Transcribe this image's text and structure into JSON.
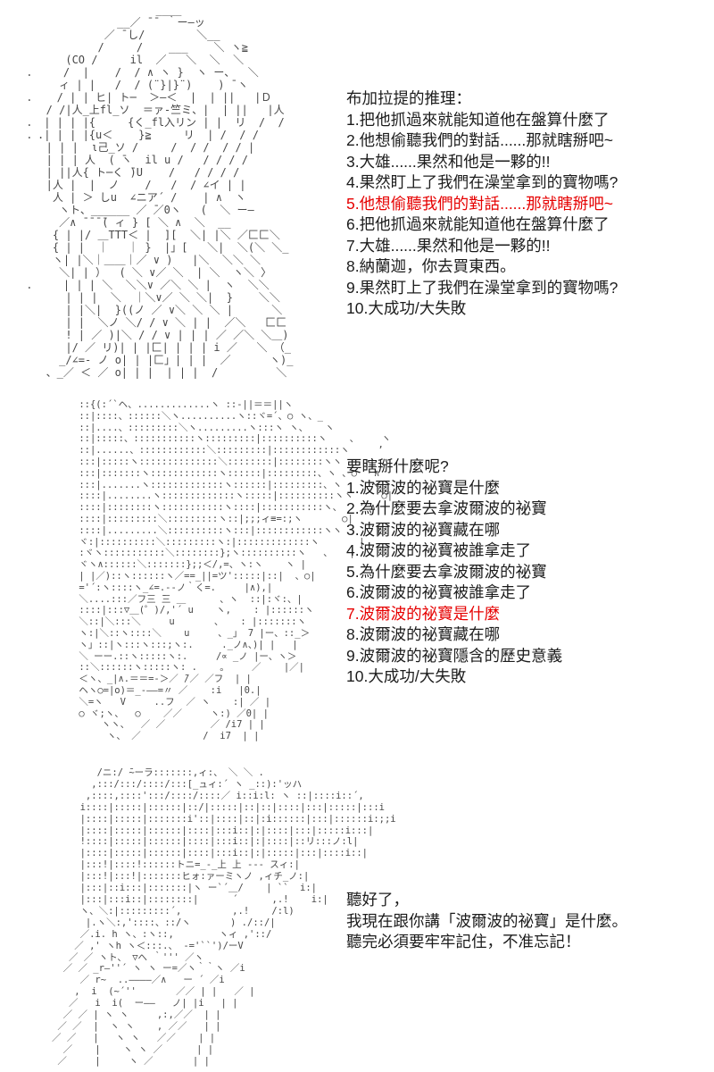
{
  "colors": {
    "background": "#ffffff",
    "text": "#1c1c1c",
    "highlight": "#e60000",
    "aa": "#474747"
  },
  "reasoning": {
    "title": "布加拉提的推理：",
    "items": [
      {
        "text": "1.把他抓過來就能知道他在盤算什麼了",
        "red": false
      },
      {
        "text": "2.他想偷聽我們的對話......那就瞎掰吧~",
        "red": false
      },
      {
        "text": "3.大雄......果然和他是一夥的!!",
        "red": false
      },
      {
        "text": "4.果然盯上了我們在澡堂拿到的寶物嗎?",
        "red": false
      },
      {
        "text": "5.他想偷聽我們的對話......那就瞎掰吧~",
        "red": true
      },
      {
        "text": "6.把他抓過來就能知道他在盤算什麼了",
        "red": false
      },
      {
        "text": "7.大雄......果然和他是一夥的!!",
        "red": false
      },
      {
        "text": "8.納蘭迦，你去買東西。",
        "red": false
      },
      {
        "text": "9.果然盯上了我們在澡堂拿到的寶物嗎?",
        "red": false
      },
      {
        "text": "10.大成功/大失敗",
        "red": false
      }
    ]
  },
  "options": {
    "title": "要瞎掰什麼呢?",
    "items": [
      {
        "text": "1.波爾波的祕寶是什麼",
        "red": false
      },
      {
        "text": "2.為什麼要去拿波爾波的祕寶",
        "red": false
      },
      {
        "text": "3.波爾波的祕寶藏在哪",
        "red": false
      },
      {
        "text": "4.波爾波的祕寶被誰拿走了",
        "red": false
      },
      {
        "text": "5.為什麼要去拿波爾波的祕寶",
        "red": false
      },
      {
        "text": "6.波爾波的祕寶被誰拿走了",
        "red": false
      },
      {
        "text": "7.波爾波的祕寶是什麼",
        "red": true
      },
      {
        "text": "8.波爾波的祕寶藏在哪",
        "red": false
      },
      {
        "text": "9.波爾波的祕寶隱含的歷史意義",
        "red": false
      },
      {
        "text": "10.大成功/大失敗",
        "red": false
      }
    ]
  },
  "speech": {
    "lines": [
      "聽好了，",
      "我現在跟你講「波爾波的祕寶」是什麼。",
      "聽完必須要牢牢記住，不准忘記！"
    ]
  },
  "ascii_art": {
    "figure1": [
      "                    ____",
      "              __／ ̄ ̄  ｀ー―ッ",
      "            ／ ̄ し/        ＼__",
      "           /     /    ___    ＼ ヽ≧",
      "      (CO /     il  ／   ＼  ＼  ＼",
      "．    /  |    /  / ∧ ヽ }  ヽ ー、  ＼",
      "     ィ | |   /  / (¨}|}¨)    ) ̄ ヽ",
      "．   / | | ヒ| ト─  ＞―＜  |  | ||   |Ｄ",
      "   / /|人_上fl_ソ  ＝ァ-竺ミ、|  | ||   |人",
      "． | | | |{     {く_fl入リン | |  リ  /  /",
      "．.| | | |{u＜    }≧     リ  | /  / /",
      "   | | |  ι己_ソ /     /  / /  / / |",
      "   | | | 人  ( ̄ヽ  il u /   / / / /",
      "   | ||人{ ト─く ̄)U    /   / / / /",
      "   |人 |  |  ノ    /   /  / ∠イ | |",
      "    人 | ＞ しu  ∠ニア´ /    | ∧  ヽ",
      "     ヽト、______ ／ ̄／0ヽ   (  ＼ ー―",
      "     ／∧ ̄ ̄ ̄ ̄( ィ } [ ＼ ∧  ＼  __",
      "    { | |/ ＿TTT＜ |  ][  ＼| |＼ ／匚匚＼",
      "    { | |  ｜   ｜ }  |」[   ＼|  ＼(＼ ＼_",
      "    ヽ| |＼｜＿＿｜／ ∨ )   |＼  ＼＼ ＼",
      "     ＼| | ）  ( ＼ ∨／ ＼  | ＼  ヽ＼ 〉",
      "．    | | | ＼  ＼＼∨ ／＼ ＼ |  ヽ  ＼＼",
      "      | | |  ＼  ｜＼∨／ ＼ ＼|  }    ＼＼",
      "      | |＼|  }((ノ ／ ∨＼ ＼ ＼ |      ＼",
      "      | |  ＼ノ ＼/ / ∨ ＼ | |  ／＼   匚匚",
      "      ! | ／ )|＼ / / ∨ | | | ／ ／＼ ＼＿)",
      "      |/ ／ リ)| | |匚| | | | i ／   ＼ （_",
      "     _/∠=- ノ ο| | |匚」| | |  ／      ヽ)_",
      "   、_／ ＜ ／ ο| | |  | | |  /         ＼"
    ],
    "figure2": [
      " ::{(:´`ヘ、.............ヽ ::-||＝＝||ヽ",
      " ::|::::、::::::＼ヽ..........ヽ::ヾ=´、○ ヽ、_",
      " ::|....、:::::::::＼ヽ.........ヽ:::ヽ ヽ、   ヽ",
      " ::|:::::、:::::::::::ヽ:::::::::|::::::::::ヽ    、    ヽ",
      " ::|......、::::::::::::＼:::::::::|::::::::::::ヽ     ’",
      " :::|:::::ヽ::::::::::::::＼::::::::|::::::::ヽヽ    、",
      " :::|:::::::ヽ::::::::::::ヽ::::::|:::::::::、ヽ 、○   ∧",
      " :::|.......ヽ:::::::::::::ヽ::::::|:::::::::、ヽ     ヽ",
      " ::::|........ヽ:::::::::::::ヽ:::::|::::::::::ヽヽ     ○|",
      " ::::|::::::::ヽ:::::::::::ヽ::::|:::::::::::ヽ、   ’ ∧",
      " ::::|:::::::::＼:::::::::ヽ::|;;;ィ≡=:;ヽ       ○|",
      " ::::|.........＼::::::::::ヽ:::|::::::::::::ヽヽ      |",
      " ヾ:|::::::::::＼:::::::::ヽ:|:::::::::::::ヽ       |",
      " :ヾヽ:::::::::::＼::::::::};ヽ::::::::::ヽ   、   |",
      " ヾヽ∧::::::＼:::::::};;＜/,=、ヽ:ヽ    ヽ |",
      " | |／)::ヽ::::::ヽ／==_||=ツ':::::|::|  、○|",
      " ='´:ヽ::::ヽ_∠=.--ノ｀く=.     |∧),|",
      " ＼....:::／フ三 ̄三 ＿      、ヽ  ::|:ヾ:、|",
      " ::::|:::▽＿(゜)/,'´ u    ヽ,    : |::::::ヽ",
      " ＼::|＼:::＼     u       、   : |:::::::ヽ",
      " ヽ:|＼::ヽ::::＼    u     、_」 7 |ー、::_＞",
      " ヽ」::|ヽ:::ヽ:::;ヽ:.     ._ノ∧、)| |   |",
      " ＼ ーー.::ヽ:::::ヽ:.     /∝ _ノ |ー、ヽ＞",
      " ::＼::::::ヽ:::::ヽ: .    。    ／    |／|",
      " ＜ヽ、_|∧.＝＝=-＞／ ̄/／ ／フ  | |",
      " ヘヽ○=|o)＝_-――=〃 ／    :i   |0.|",
      " ＼=ヽ   V     ..フ  ／ ヽ    :| ／ |",
      " ○ ヾ;ヽ、  ○    ／／     ヽ:) ／0| |",
      "     ヽヽ、  ／ ／        ／ /i7 | |",
      "      ヽ、 ／           /  i7  | |"
    ],
    "figure3": [
      "        /ニ:/ ̄~ーラ:::::::,ィ:、 ＼ ＼ .",
      "       ,:::/:::/::::/:::[_ュィ:´ ヽ _::):'ッハ",
      "      ,::::,::::':::/::::/::::／ i::i:l: ヽ ::|::::i::´,",
      "     i::::|:::::|::::::|::/|:::::|::|::|::::|:::|:::::|:::i",
      "     |::::|:::::|:::::::i'::|::::|::|:i::::::|:::|::::::i:;;i",
      "     |::::|:::::|::::::|::::|:::i::|:|::::|:::|:::::i:::|",
      "     !::::|:::::|::::::|::::|:::i::|:|::::|::リ:::ノ:l|",
      "     |::::|:::::|::::::|::::|:::i::|:|:::::|:::|::::i::|",
      "     |:::!|::::!::::::トニ=_-_上 上 --- スィ:|",
      "     |:::!|:::!|:::::::ヒォ:ァーミヽノ ,ィチ_ノ:|",
      "     |:::|::i:::|:::::::|ヽ ー`´＿/    | ``  i:|",
      "     |:::|:::i::|::::::::|      ´      ,.!    i:|",
      "     ヽ、＼:|:::::::::´,         ,.!    /:l)",
      "      |.ヽ＼:,'::::、::/ヽ       ) ./::/|",
      "     ／.i. h ヽ、:ヽ::,        ヽィ ,'::/",
      "    ／ ,' ヽh ヽ＜:::.、 -='``')/ーV",
      "   ／ ／ ヽト、 ▽へ ｀''' ／ヽ",
      "  ／ ／ _r―''´ ヽ ヽ ー=／ヽ｀｀ヽ ／i",
      "     ／ r~  ..――――／∧   ー ´ ／i",
      "    ,  i  (~´''       ／／ | |   ／ |",
      "   ／   i  i(  ー――   ノ| |i   | |",
      "  ／ ／ | ヽ ヽ     ,:,／／  | |",
      " ／ ／  |  ヽ ヽ    , ／／   | |",
      "／ ／   |   ヽ ヽ   ／／    | |",
      "  ／    |    ヽ ヽ ／      | |",
      " ／     |     ヽ ／       | |"
    ]
  }
}
